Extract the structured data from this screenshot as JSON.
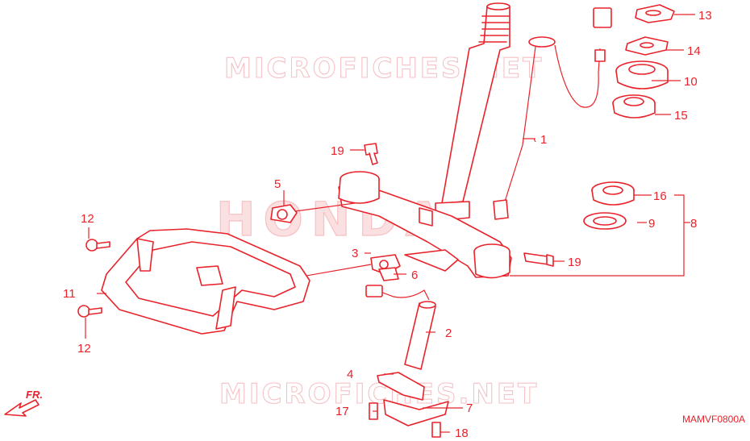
{
  "watermark_text": "MICROFICHES.NET",
  "brand_watermark": "HONDA",
  "diagram_code": "MAMVF0800A",
  "front_indicator": "FR.",
  "callouts": {
    "c1": "1",
    "c2": "2",
    "c3": "3",
    "c4": "4",
    "c5": "5",
    "c6": "6",
    "c7": "7",
    "c8": "8",
    "c9": "9",
    "c10": "10",
    "c11": "11",
    "c12a": "12",
    "c12b": "12",
    "c13": "13",
    "c14": "14",
    "c15": "15",
    "c16": "16",
    "c17": "17",
    "c18": "18",
    "c19a": "19",
    "c19b": "19"
  },
  "colors": {
    "line": "#e8232b",
    "watermark": "#f4b8bb",
    "background": "#ffffff"
  }
}
